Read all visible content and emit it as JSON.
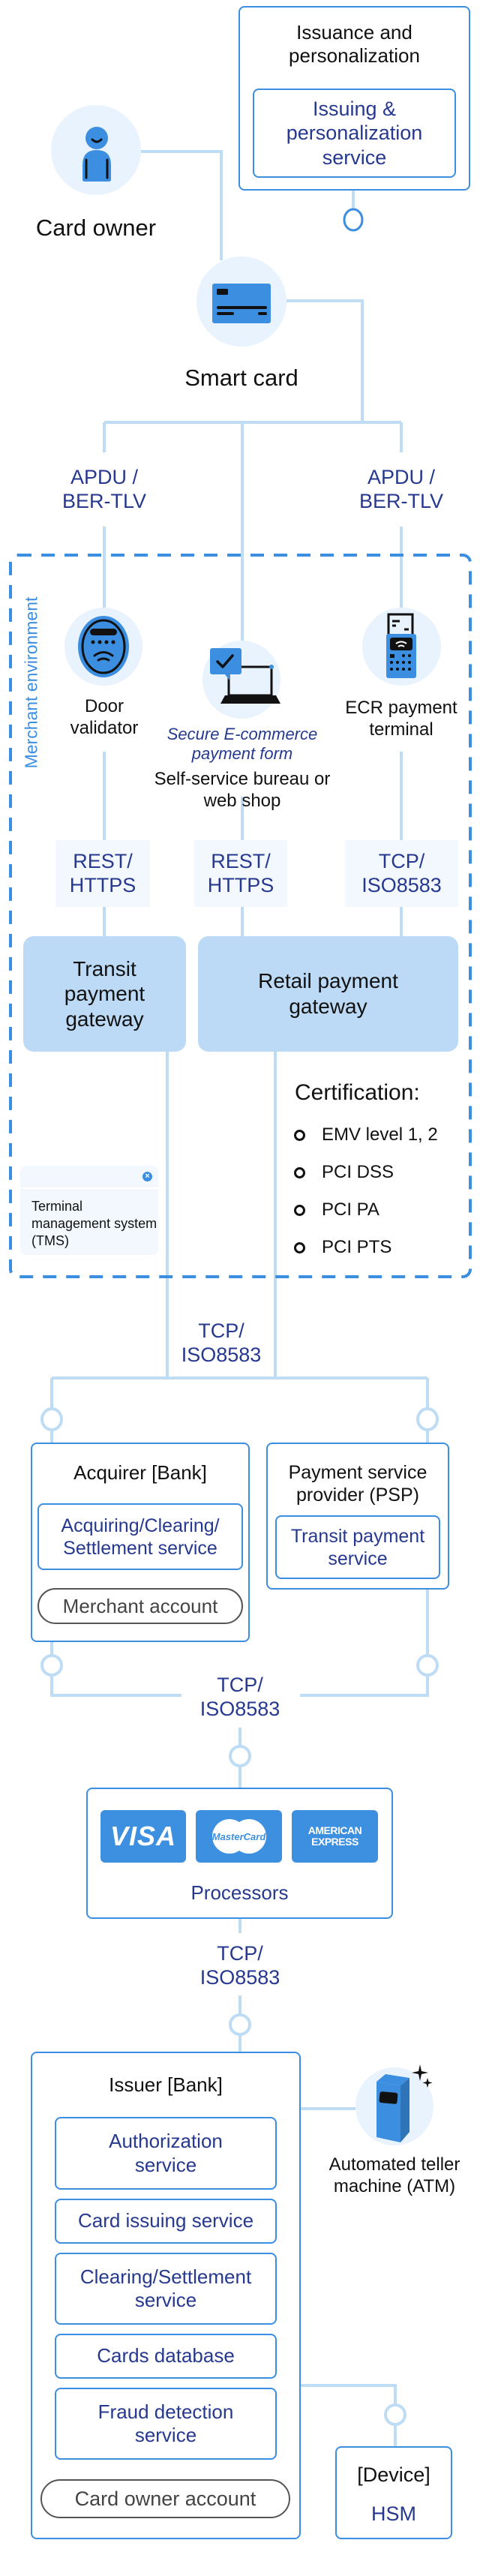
{
  "colors": {
    "wire": "#bfdcf5",
    "box_border": "#3b8ee0",
    "dashed_border": "#3b8ee0",
    "icon_bg": "#e8f3fd",
    "icon_fill": "#3b8ee0",
    "gateway_fill": "#bcdaf5",
    "protocol_fill": "#f2f8fe",
    "navy_text": "#26398f",
    "dark_text": "#111111"
  },
  "issuance": {
    "title": "Issuance and personalization",
    "service": "Issuing & personalization service"
  },
  "card_owner": {
    "label": "Card owner",
    "icon": "person-icon"
  },
  "smart_card": {
    "label": "Smart card",
    "icon": "credit-card-icon"
  },
  "protocols_top": {
    "left": "APDU / BER-TLV",
    "right": "APDU / BER-TLV"
  },
  "merchant_environment": {
    "label": "Merchant environment",
    "devices": [
      {
        "label": "Door validator",
        "icon": "door-validator-icon"
      },
      {
        "label": "Self-service bureau or web shop",
        "sublabel": "Secure E-commerce payment form",
        "icon": "laptop-payment-icon"
      },
      {
        "label": "ECR payment terminal",
        "icon": "pos-terminal-icon"
      }
    ],
    "protocols": [
      "REST/ HTTPS",
      "REST/ HTTPS",
      "TCP/ ISO8583"
    ],
    "gateways": {
      "transit": "Transit payment gateway",
      "retail": "Retail payment gateway"
    },
    "certification": {
      "title": "Certification:",
      "items": [
        "EMV level 1, 2",
        "PCI DSS",
        "PCI PA",
        "PCI PTS"
      ]
    },
    "tms": {
      "label": "Terminal management system (TMS)",
      "close_icon": "close-icon"
    }
  },
  "protocol_mid_1": "TCP/ ISO8583",
  "acquirer": {
    "title": "Acquirer [Bank]",
    "service": "Acquiring/Clearing/ Settlement service",
    "account": "Merchant account"
  },
  "psp": {
    "title": "Payment service provider (PSP)",
    "service": "Transit payment service"
  },
  "protocol_mid_2": "TCP/ ISO8583",
  "processors": {
    "label": "Processors",
    "logos": [
      "VISA",
      "MasterCard",
      "AMERICAN EXPRESS"
    ]
  },
  "protocol_mid_3": "TCP/ ISO8583",
  "issuer": {
    "title": "Issuer [Bank]",
    "services": [
      "Authorization service",
      "Card issuing service",
      "Clearing/Settlement service",
      "Cards database",
      "Fraud detection service"
    ],
    "account": "Card owner account"
  },
  "atm": {
    "label": "Automated teller machine (ATM)",
    "icon": "atm-icon"
  },
  "hsm": {
    "type": "[Device]",
    "label": "HSM"
  }
}
